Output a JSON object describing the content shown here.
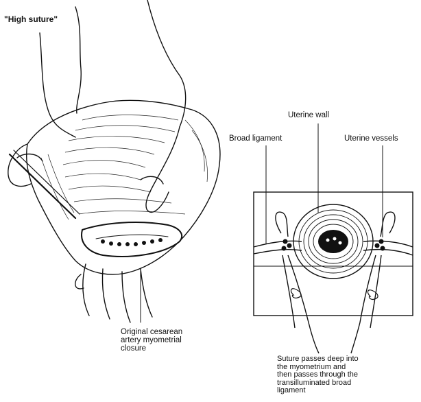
{
  "labels": {
    "high_suture": "\"High suture\"",
    "original_closure": "Original cesarean\nartery myometrial\nclosure",
    "uterine_wall": "Uterine wall",
    "broad_ligament": "Broad  ligament",
    "uterine_vessels": "Uterine vessels",
    "suture_passes": "Suture passes deep into\nthe  myometrium  and\nthen passes through the\ntransilluminated  broad\nligament"
  },
  "colors": {
    "ink": "#111111",
    "paper": "#ffffff"
  }
}
